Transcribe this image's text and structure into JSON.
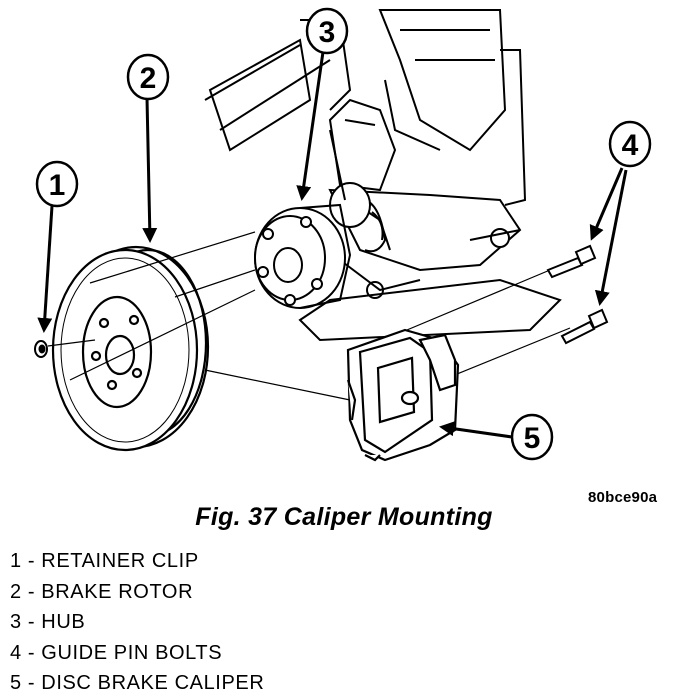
{
  "figure": {
    "reference_code": "80bce90a",
    "caption": "Fig. 37 Caliper Mounting",
    "callouts": [
      {
        "number": "1",
        "label": "RETAINER CLIP"
      },
      {
        "number": "2",
        "label": "BRAKE ROTOR"
      },
      {
        "number": "3",
        "label": "HUB"
      },
      {
        "number": "4",
        "label": "GUIDE PIN BOLTS"
      },
      {
        "number": "5",
        "label": "DISC BRAKE CALIPER"
      }
    ]
  },
  "legend": {
    "items": [
      "1 - RETAINER CLIP",
      "2 - BRAKE ROTOR",
      "3 - HUB",
      "4 - GUIDE PIN BOLTS",
      "5 - DISC BRAKE CALIPER"
    ]
  }
}
